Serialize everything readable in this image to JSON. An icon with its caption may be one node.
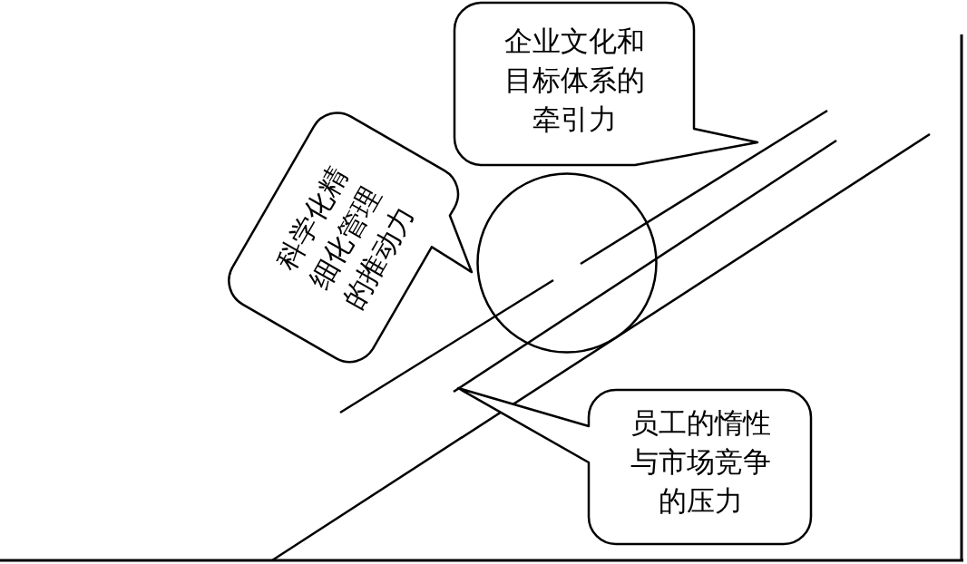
{
  "diagram": {
    "nodes": [
      {
        "text": [
          "企业文化和目标体系的牵引力"
        ]
      },
      {
        "text": [
          "科学化精细化管理的推动力"
        ]
      },
      {
        "text": [],
        "shape": "circle"
      },
      {
        "text": [
          "员工的惰性与市场竞争的压力"
        ]
      }
    ]
  }
}
